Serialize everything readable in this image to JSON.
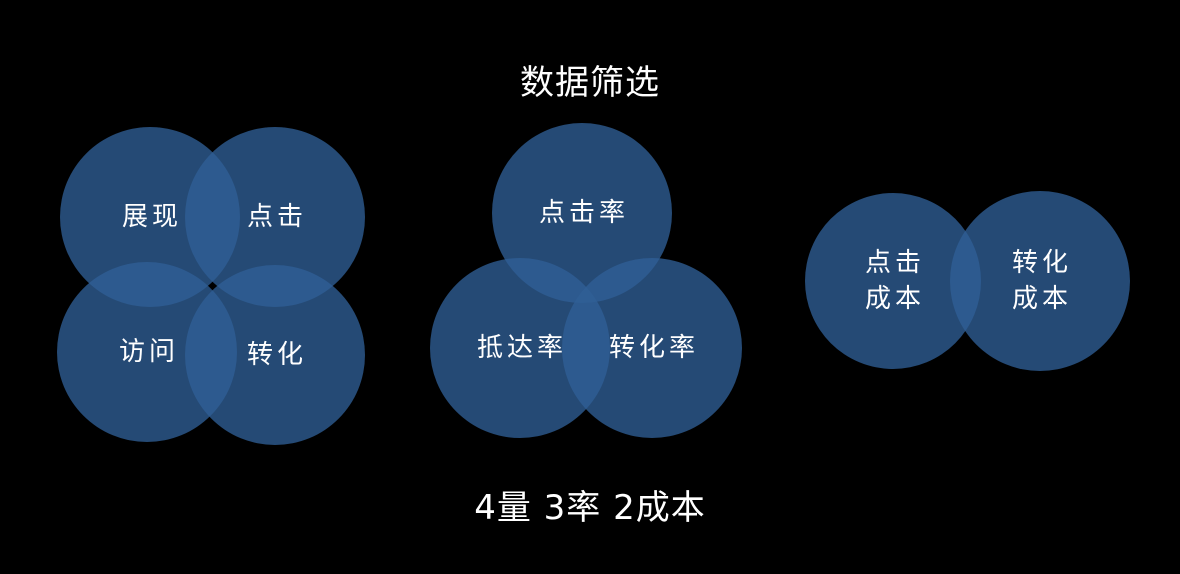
{
  "title": "数据筛选",
  "subtitle": "4量 3率 2成本",
  "colors": {
    "background": "#000000",
    "circle_fill": "#2f5f96",
    "text": "#ffffff"
  },
  "groups": [
    {
      "name": "4量",
      "circles": [
        {
          "label": [
            "展现"
          ]
        },
        {
          "label": [
            "点击"
          ]
        },
        {
          "label": [
            "访问"
          ]
        },
        {
          "label": [
            "转化"
          ]
        }
      ]
    },
    {
      "name": "3率",
      "circles": [
        {
          "label": [
            "点击率"
          ]
        },
        {
          "label": [
            "抵达率"
          ]
        },
        {
          "label": [
            "转化率"
          ]
        }
      ]
    },
    {
      "name": "2成本",
      "circles": [
        {
          "label": [
            "点击",
            "成本"
          ]
        },
        {
          "label": [
            "转化",
            "成本"
          ]
        }
      ]
    }
  ]
}
